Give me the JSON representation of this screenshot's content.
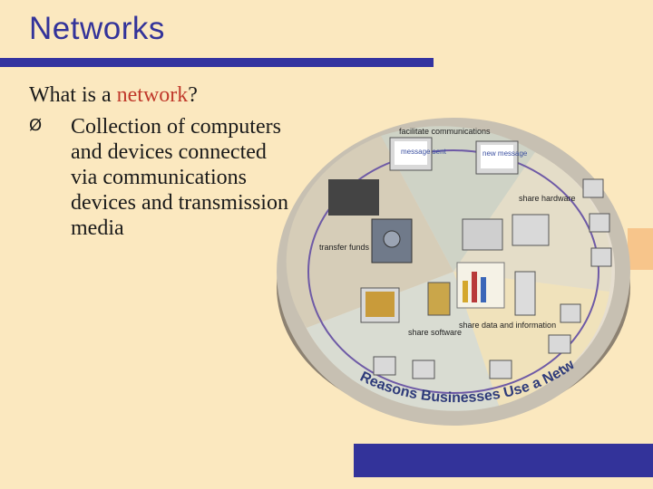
{
  "slide": {
    "title": "Networks",
    "subtitle_prefix": "What is a ",
    "subtitle_accent": "network",
    "subtitle_suffix": "?",
    "bullet_marker": "Ø",
    "bullet_text": "Collection of computers and devices connected via communications devices and transmission media"
  },
  "figure": {
    "labels": {
      "facilitate": "facilitate communications",
      "share_hardware": "share hardware",
      "transfer_funds": "transfer funds",
      "share_data": "share data and information",
      "share_software": "share software",
      "message_sent": "message sent",
      "new_message": "new message"
    },
    "ring_text": "Reasons Businesses Use a Network"
  },
  "colors": {
    "title": "#33339a",
    "accent": "#c0392b",
    "background": "#fbe8bf",
    "bar": "#33339a"
  }
}
